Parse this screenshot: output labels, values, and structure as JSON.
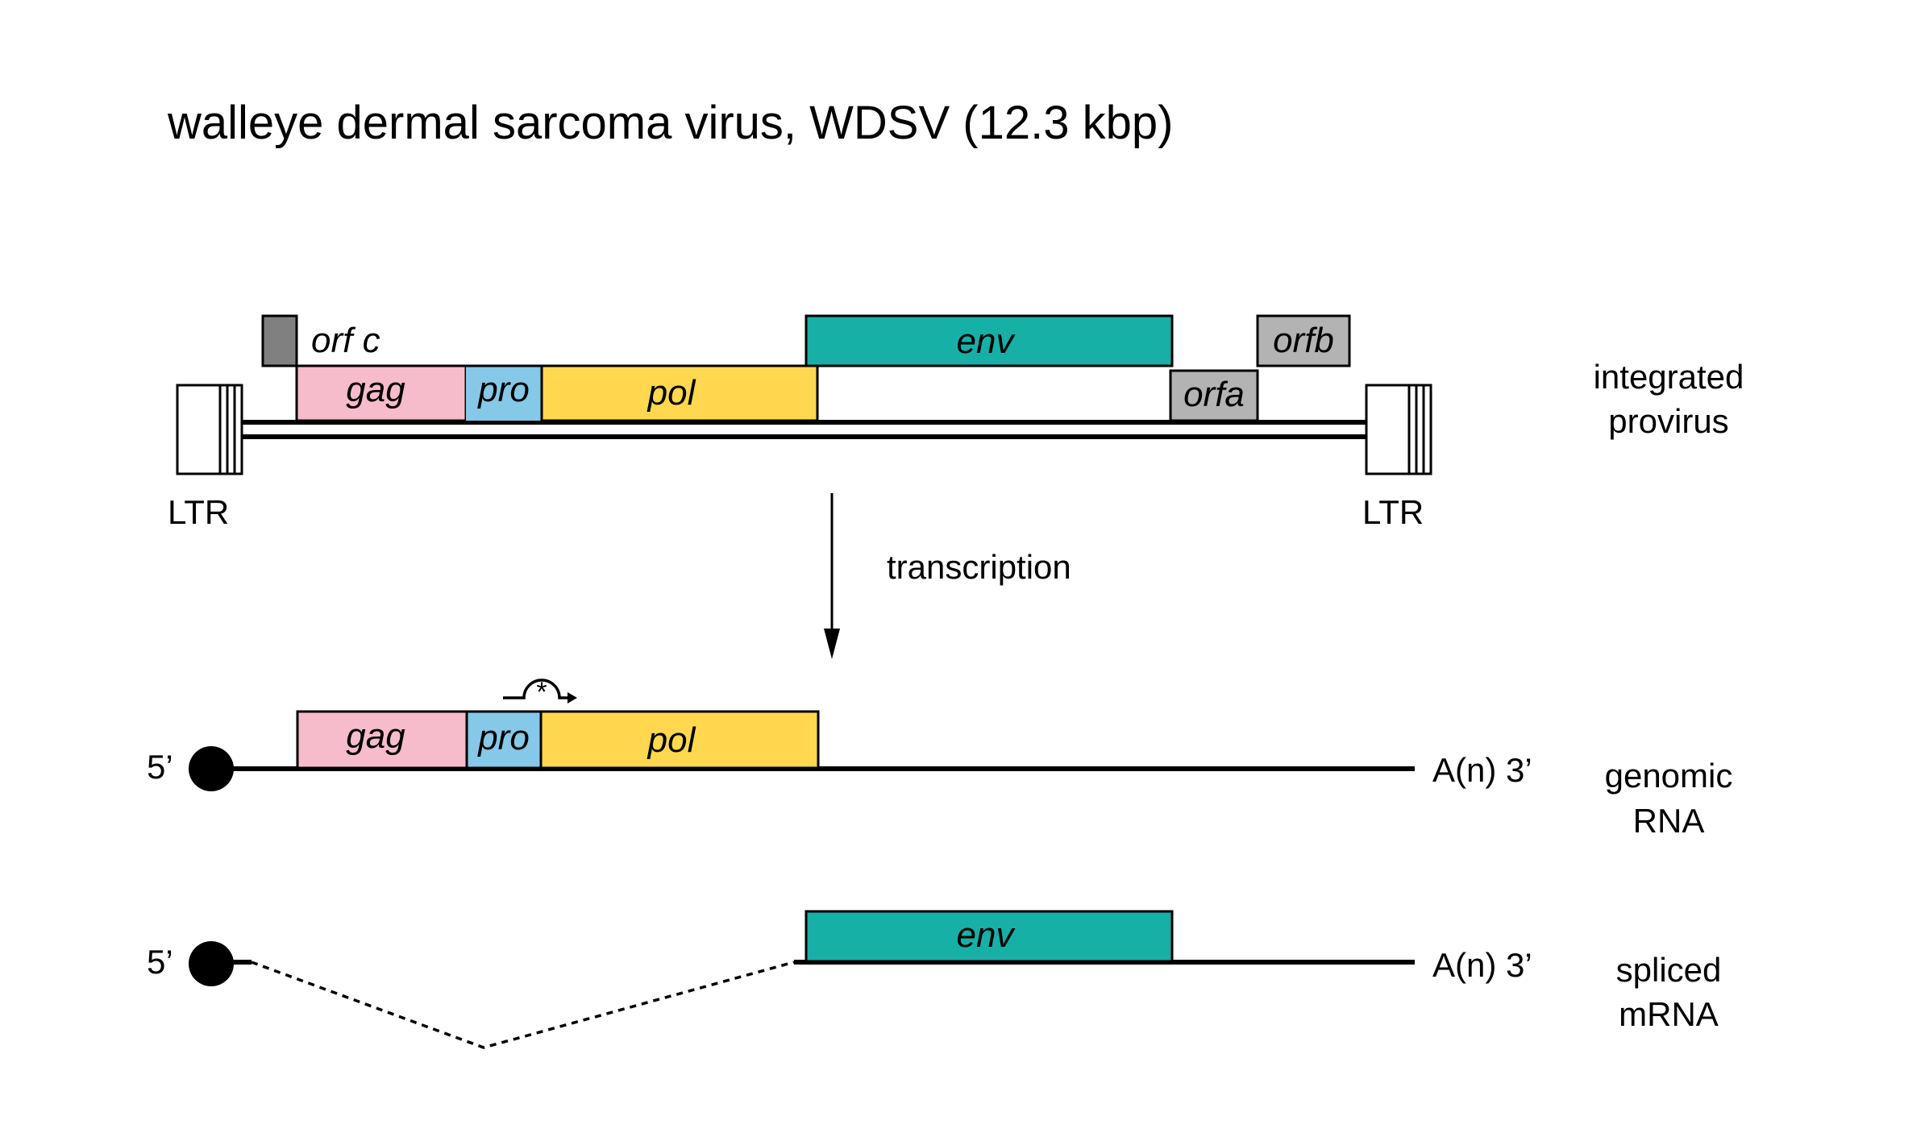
{
  "title": "walleye dermal sarcoma virus, WDSV (12.3 kbp)",
  "colors": {
    "gag": "#f6bccb",
    "pro": "#86c8e8",
    "pol": "#ffd84f",
    "env": "#17b0a6",
    "orf_c": "#808080",
    "orf_ab": "#b3b3b3"
  },
  "provirus": {
    "label_line1": "integrated",
    "label_line2": "provirus",
    "ltr_left": "LTR",
    "ltr_right": "LTR",
    "genes": {
      "orf_c": "orf c",
      "gag": "gag",
      "pro": "pro",
      "pol": "pol",
      "env": "env",
      "orfa": "orfa",
      "orfb": "orfb"
    }
  },
  "transcription": {
    "label": "transcription"
  },
  "genomic_rna": {
    "label_line1": "genomic",
    "label_line2": "RNA",
    "five_prime": "5’",
    "three_prime": "A(n) 3’",
    "frameshift_symbol": "*",
    "genes": {
      "gag": "gag",
      "pro": "pro",
      "pol": "pol"
    }
  },
  "spliced_mrna": {
    "label_line1": "spliced",
    "label_line2": "mRNA",
    "five_prime": "5’",
    "three_prime": "A(n) 3’",
    "genes": {
      "env": "env"
    }
  }
}
